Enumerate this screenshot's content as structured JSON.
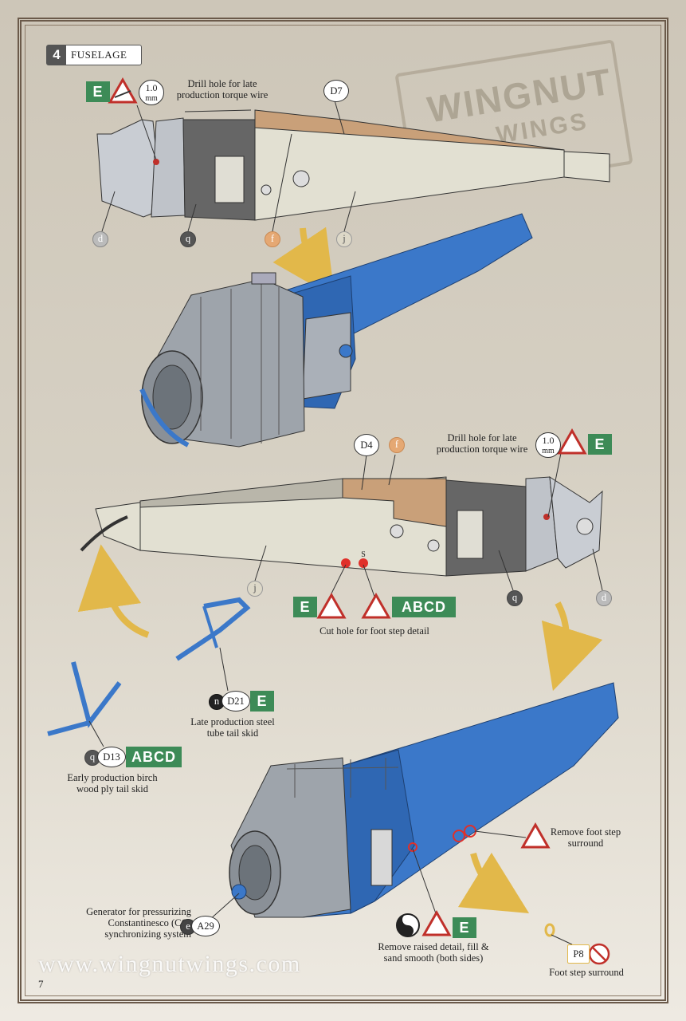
{
  "step": {
    "number": "4",
    "title": "FUSELAGE"
  },
  "watermark": {
    "line1": "WINGNUT",
    "line2": "WINGS"
  },
  "top_part": {
    "marking_code": "E",
    "drill_size_value": "1.0",
    "drill_size_unit": "mm",
    "drill_note_line1": "Drill hole for late",
    "drill_note_line2": "production torque wire",
    "part_label": "D7",
    "color_callouts": [
      "d",
      "q",
      "f",
      "j"
    ]
  },
  "mid_part": {
    "marking_code": "E",
    "drill_size_value": "1.0",
    "drill_size_unit": "mm",
    "drill_note_line1": "Drill hole for late",
    "drill_note_line2": "production torque wire",
    "part_label": "D4",
    "color_f": "f",
    "hole_label": "S",
    "color_callouts": [
      "j",
      "q",
      "d"
    ],
    "cut_code_left": "E",
    "cut_code_right": "ABCD",
    "cut_note": "Cut hole for foot step detail"
  },
  "tail_skids": {
    "late_color": "n",
    "late_part": "D21",
    "late_code": "E",
    "late_note_line1": "Late production steel",
    "late_note_line2": "tube tail skid",
    "early_color": "q",
    "early_part": "D13",
    "early_code": "ABCD",
    "early_note_line1": "Early production birch",
    "early_note_line2": "wood ply tail skid"
  },
  "bottom_part": {
    "remove_note_line1": "Remove foot step",
    "remove_note_line2": "surround",
    "generator_line1": "Generator for pressurizing",
    "generator_line2": "Constantinesco (CC)",
    "generator_line3": "synchronizing system",
    "generator_color": "e",
    "generator_part": "A29",
    "fill_code": "E",
    "fill_note_line1": "Remove raised detail, fill &",
    "fill_note_line2": "sand smooth (both sides)",
    "step_part": "P8",
    "step_note": "Foot step surround"
  },
  "footer": {
    "website": "www.wingnutwings.com",
    "page_number": "7"
  },
  "colors": {
    "blue_fuselage": "#3b78c9",
    "panel_cream": "#e2e0d2",
    "panel_grey": "#666666",
    "tan": "#c9a079",
    "code_green": "#3d8b57",
    "warning_red": "#c0302a",
    "arrow_yellow": "#e2b84a"
  }
}
